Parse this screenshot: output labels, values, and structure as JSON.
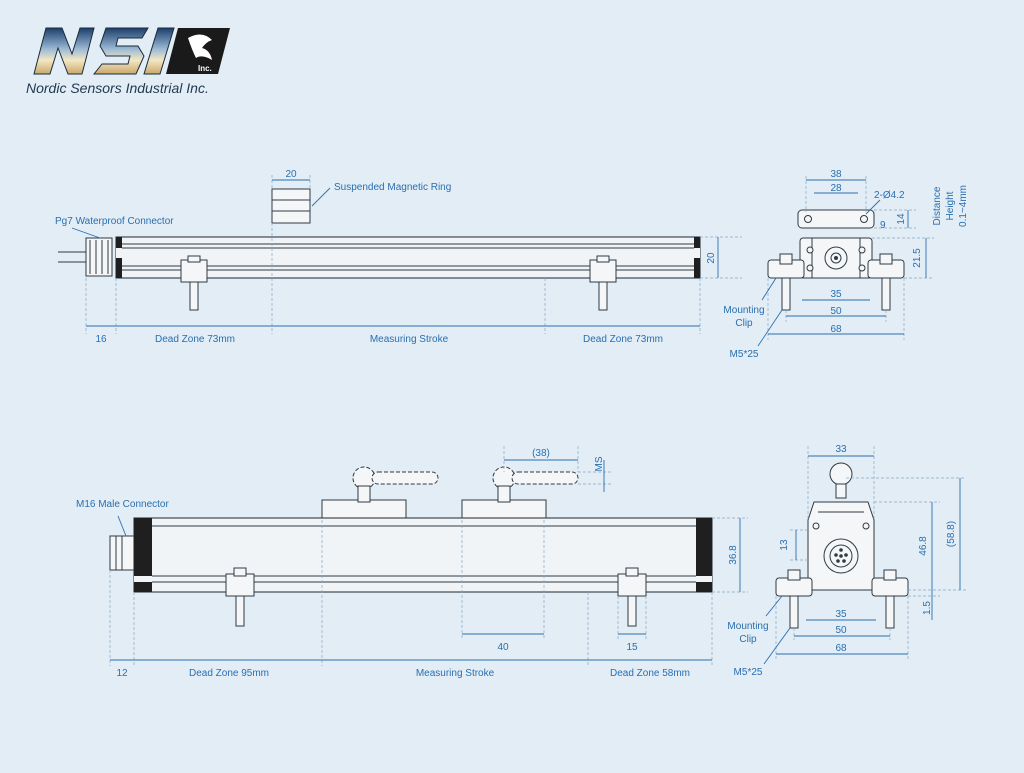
{
  "company": {
    "logo_text": "NSI",
    "logo_badge_text": "Inc.",
    "name": "Nordic Sensors Industrial Inc."
  },
  "top_drawing": {
    "connector_label": "Pg7 Waterproof Connector",
    "magnet_label": "Suspended Magnetic Ring",
    "magnet_width": "20",
    "height_dim": "20",
    "left_offset": "16",
    "dead_zone_left": "Dead Zone 73mm",
    "stroke": "Measuring Stroke",
    "dead_zone_right": "Dead Zone 73mm"
  },
  "top_end_view": {
    "dim_38": "38",
    "dim_28": "28",
    "holes": "2-Ø4.2",
    "dim_9": "9",
    "dim_14": "14",
    "distance_label_1": "Distance",
    "distance_label_2": "Height",
    "distance_label_3": "0.1~4mm",
    "dim_21_5": "21.5",
    "dim_35": "35",
    "dim_50": "50",
    "dim_68": "68",
    "mounting_clip_1": "Mounting",
    "mounting_clip_2": "Clip",
    "screw": "M5*25"
  },
  "bottom_drawing": {
    "connector_label": "M16 Male Connector",
    "dim_38": "(38)",
    "ms": "MS",
    "height_dim": "36.8",
    "dim_40": "40",
    "dim_15": "15",
    "left_offset": "12",
    "dead_zone_left": "Dead Zone 95mm",
    "stroke": "Measuring Stroke",
    "dead_zone_right": "Dead Zone 58mm"
  },
  "bottom_end_view": {
    "dim_33": "33",
    "dim_13": "13",
    "dim_46_8": "46.8",
    "dim_58_8": "(58.8)",
    "dim_1_5": "1.5",
    "dim_35": "35",
    "dim_50": "50",
    "dim_68": "68",
    "mounting_clip_1": "Mounting",
    "mounting_clip_2": "Clip",
    "screw": "M5*25"
  }
}
